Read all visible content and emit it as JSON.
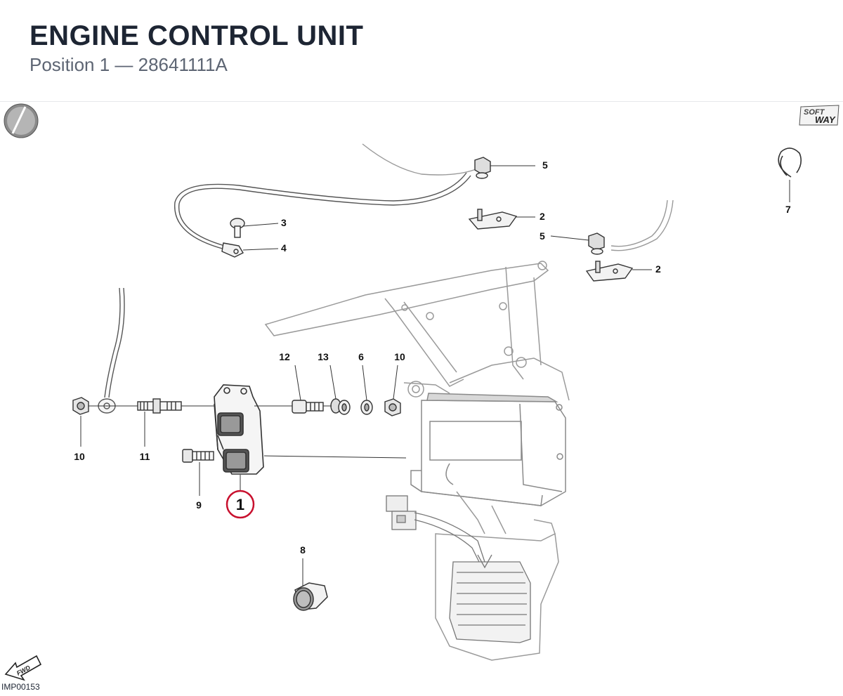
{
  "header": {
    "title": "ENGINE CONTROL UNIT",
    "subtitle": "Position 1 — 28641111A"
  },
  "logo": {
    "line1": "SOFT",
    "line2": "WAY"
  },
  "fwd_label": "FWD",
  "drawing_code": "IMP00153",
  "highlight_color": "#c8102e",
  "part_labels": {
    "p1": "1",
    "p2a": "2",
    "p2b": "2",
    "p3": "3",
    "p4": "4",
    "p5a": "5",
    "p5b": "5",
    "p6": "6",
    "p7": "7",
    "p8": "8",
    "p9": "9",
    "p10a": "10",
    "p10b": "10",
    "p11": "11",
    "p12": "12",
    "p13": "13"
  }
}
